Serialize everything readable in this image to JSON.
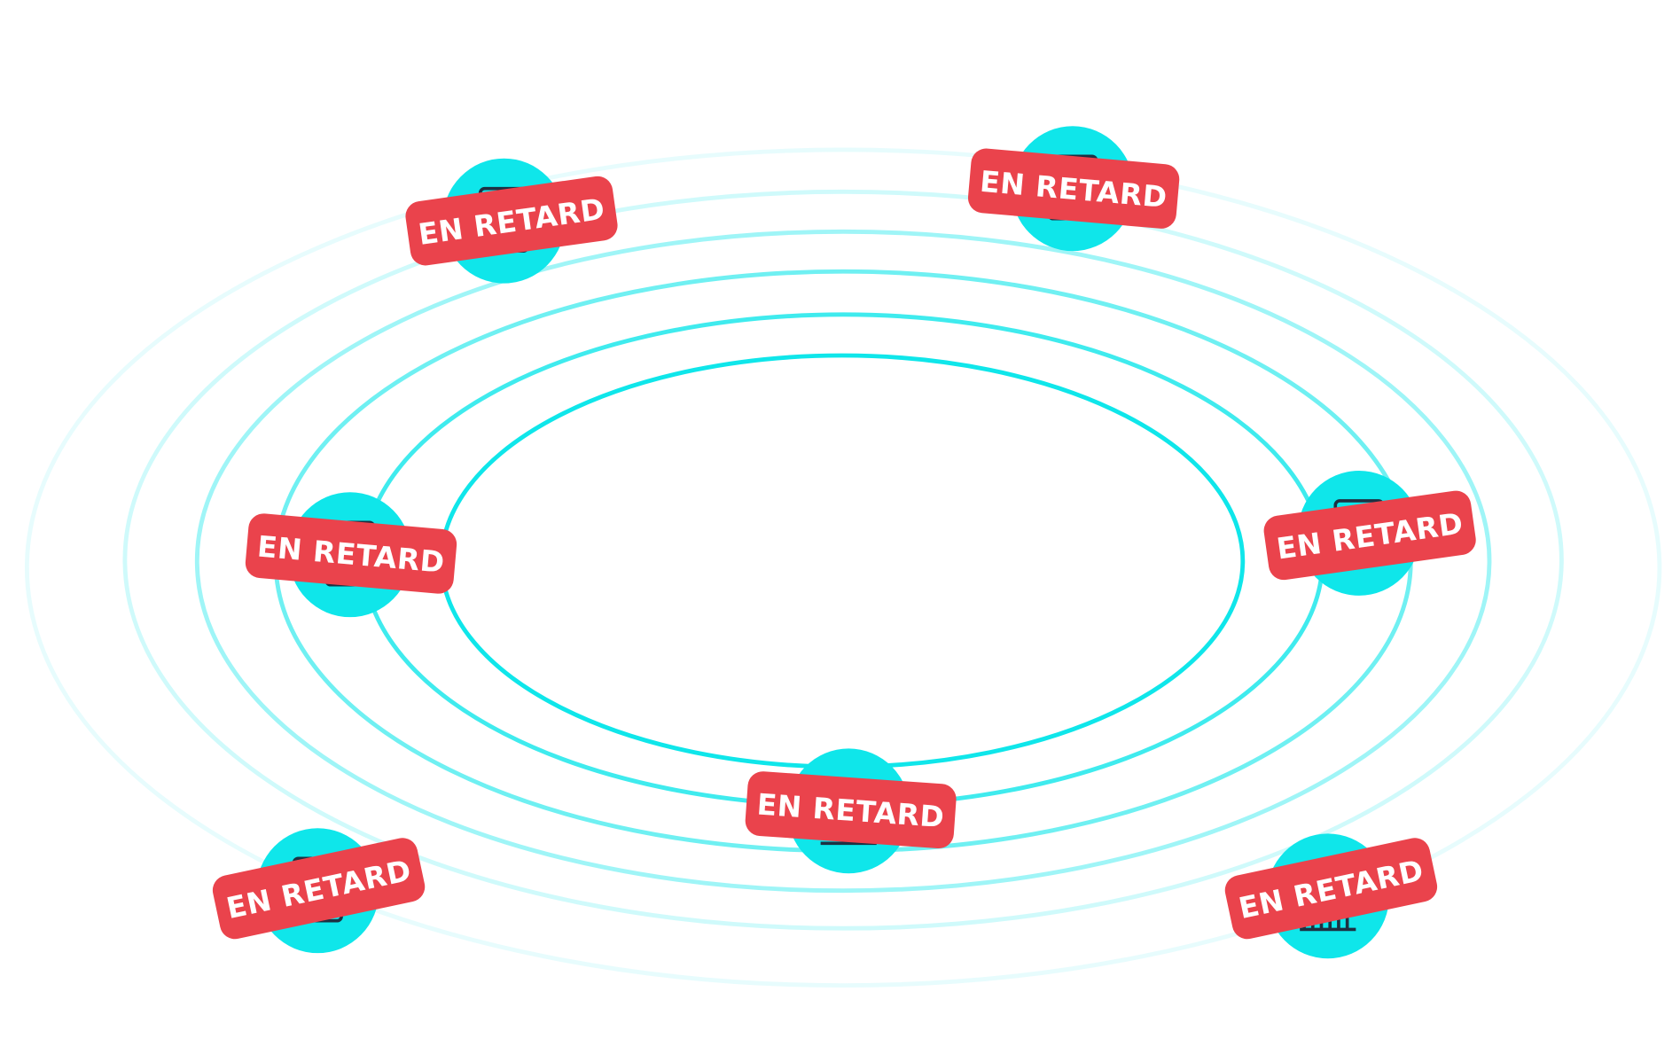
{
  "colors": {
    "ring": "#0fe6ea",
    "node": "#0fe6ea",
    "badge": "#ea434c",
    "badge_text": "#ffffff",
    "icon": "#1d3142"
  },
  "nodes": [
    {
      "label": "EN RETARD",
      "icon": "device-icon"
    },
    {
      "label": "EN RETARD",
      "icon": "device-icon"
    },
    {
      "label": "EN RETARD",
      "icon": "device-icon"
    },
    {
      "label": "EN RETARD",
      "icon": "device-icon"
    },
    {
      "label": "EN RETARD",
      "icon": "laptop-icon"
    },
    {
      "label": "EN RETARD",
      "icon": "device-icon"
    },
    {
      "label": "EN RETARD",
      "icon": "bar-chart-icon"
    }
  ]
}
